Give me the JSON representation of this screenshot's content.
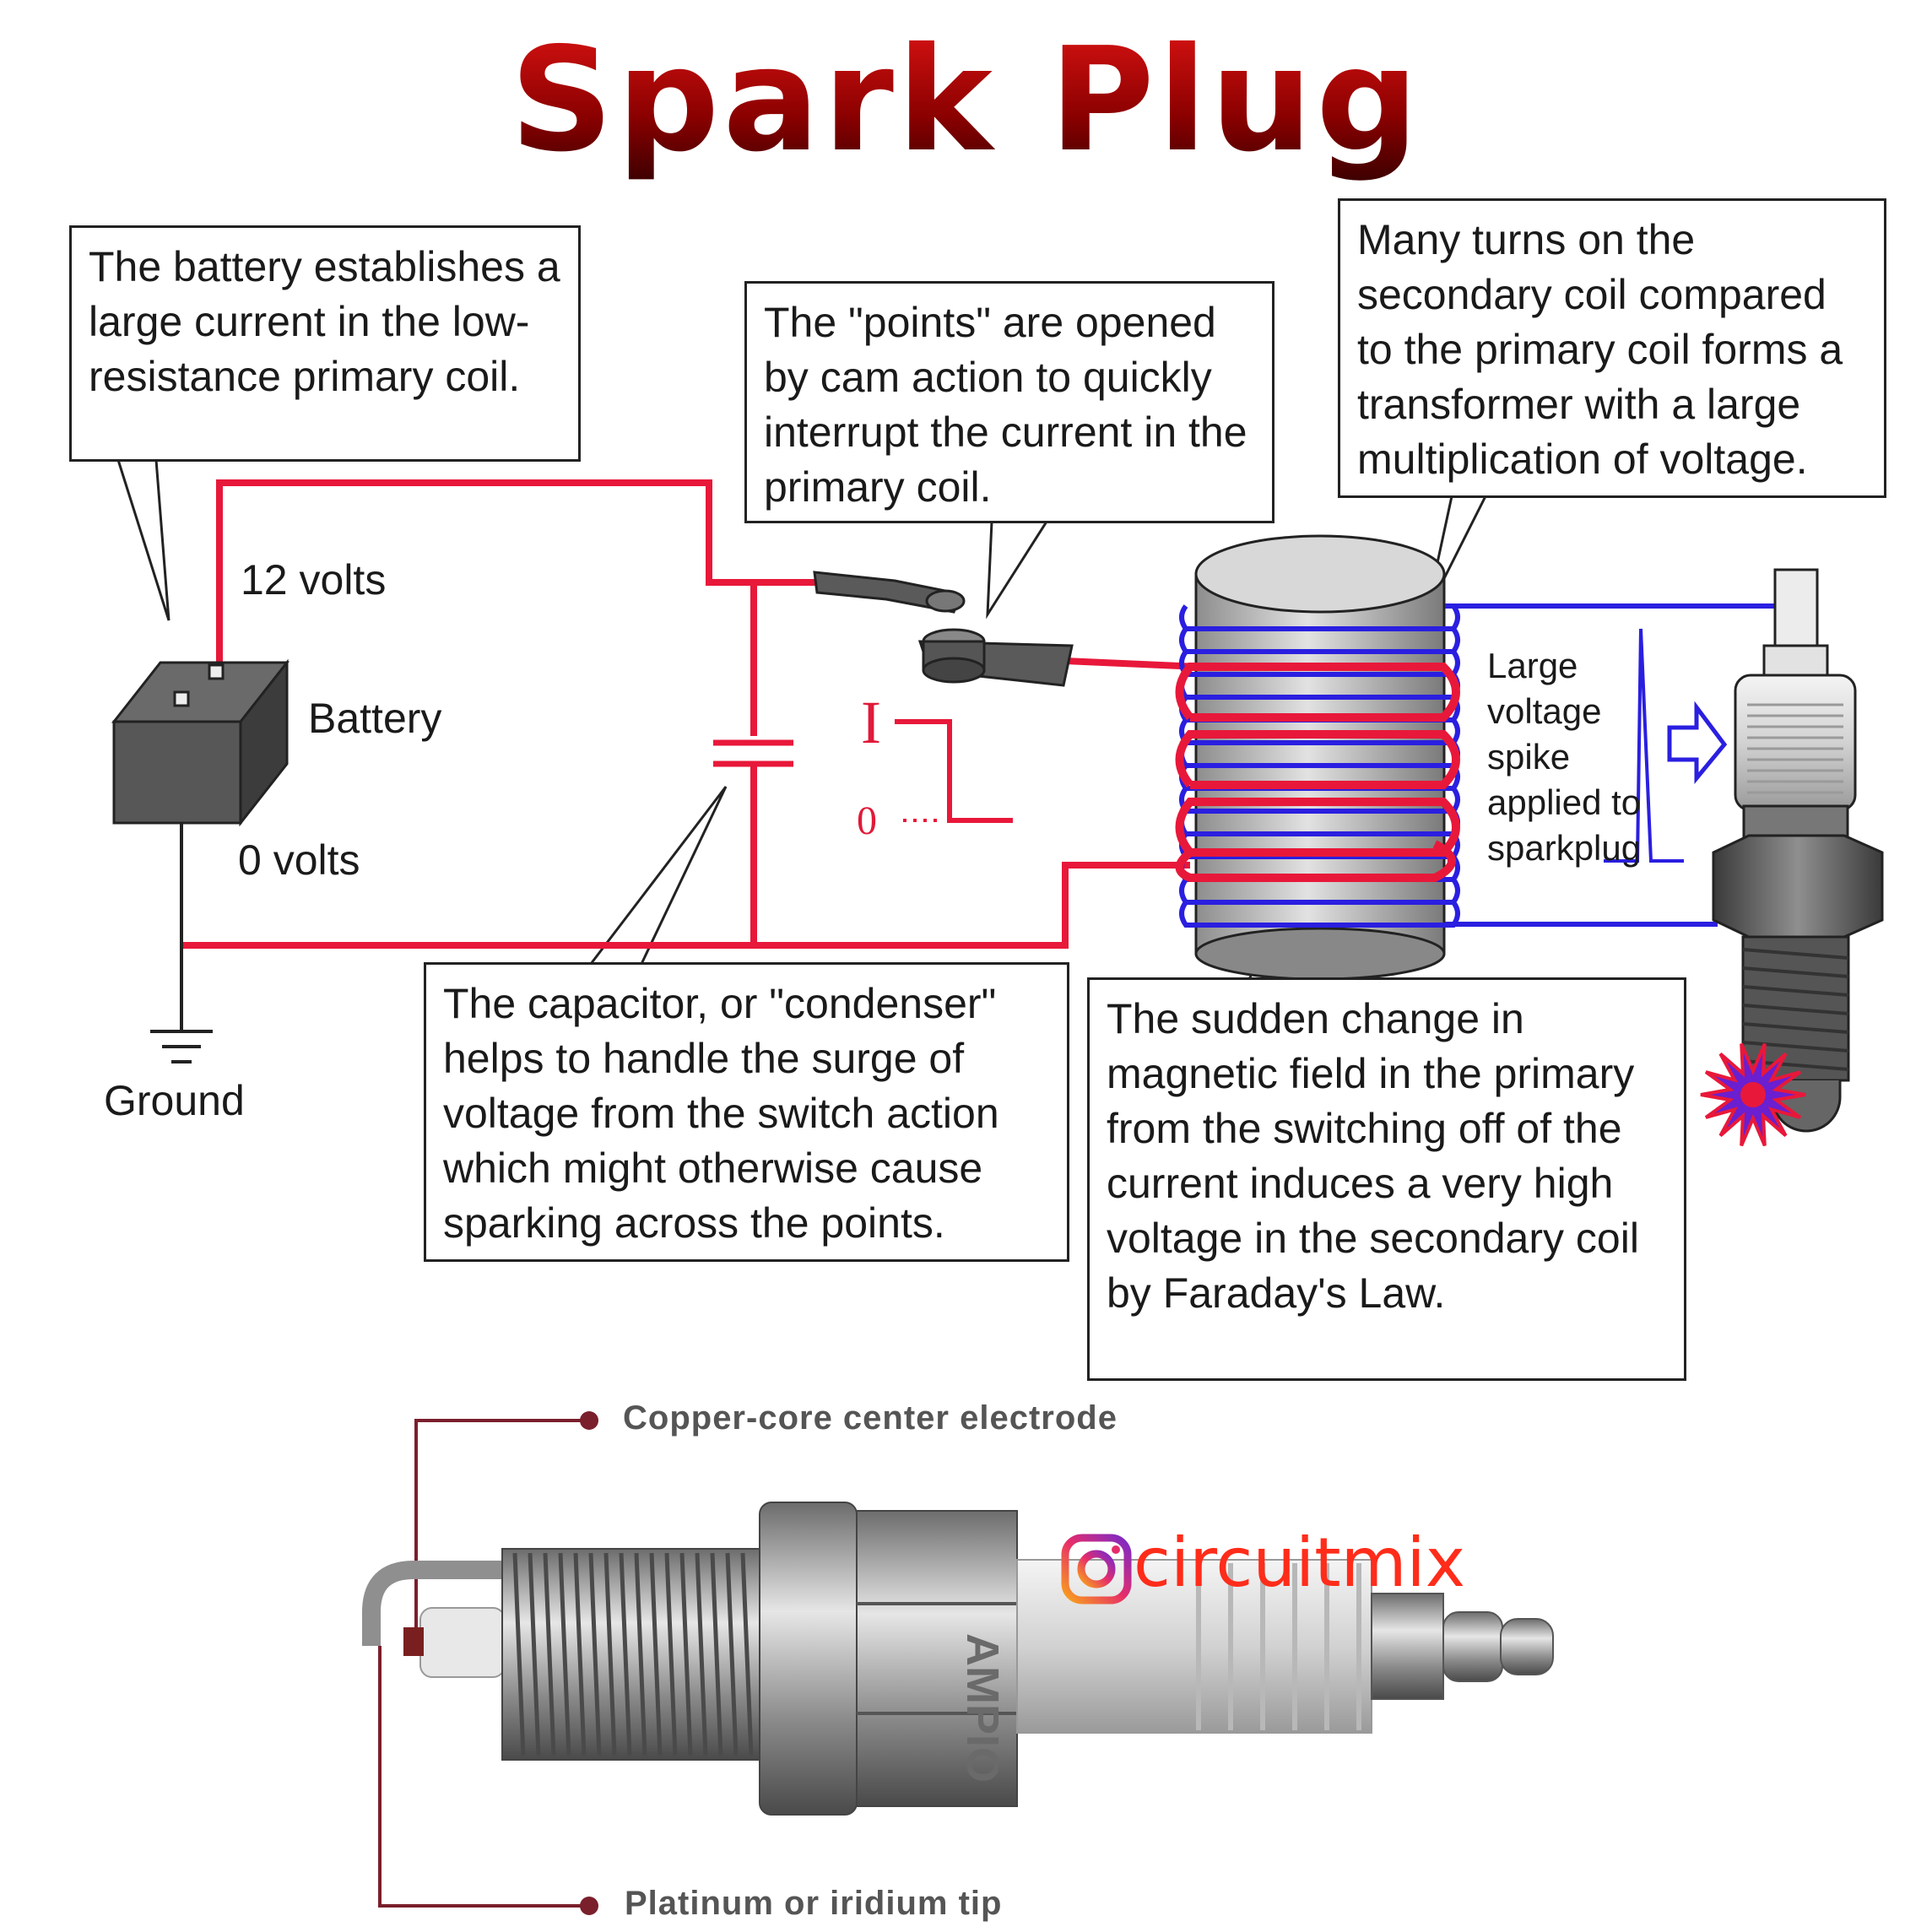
{
  "title": "Spark Plug",
  "callouts": {
    "battery": "The battery establishes a large current in the low-resistance primary coil.",
    "points": "The \"points\" are opened by cam action to quickly interrupt the current in the primary coil.",
    "coil": "Many turns on the secondary coil compared to the primary coil forms a transformer with a large multiplication of voltage.",
    "capacitor": "The capacitor, or \"condenser\" helps to handle the surge of voltage from the switch action which might otherwise cause sparking across the points.",
    "faraday": "The sudden change in magnetic field in the primary from the switching off of the current induces a very high voltage in the secondary coil by Faraday's Law."
  },
  "labels": {
    "twelve_volts": "12 volts",
    "battery": "Battery",
    "zero_volts": "0 volts",
    "ground": "Ground",
    "current_high": "I",
    "current_low": "0",
    "spike_text": "Large voltage spike applied to sparkplug"
  },
  "plug_labels": {
    "top": "Copper-core center electrode",
    "bottom": "Platinum or iridium tip"
  },
  "plug_brand": "AMPIO",
  "watermark": "circuitmix",
  "colors": {
    "primary_wire": "#e8183a",
    "secondary_wire": "#2a1fe0",
    "coil_body": "#c9c9c9",
    "title_red": "#cc0a0a"
  }
}
